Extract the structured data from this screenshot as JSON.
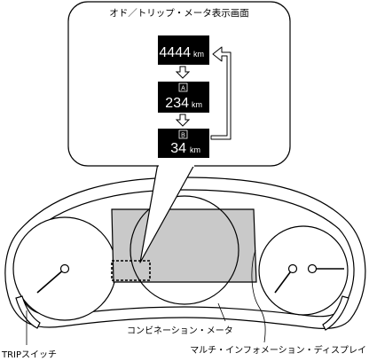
{
  "callout": {
    "title": "オド／トリップ・メータ表示画面",
    "odometer": {
      "value": "4444",
      "unit": "km"
    },
    "trip_a": {
      "badge": "A",
      "value": "234",
      "unit": "km"
    },
    "trip_b": {
      "badge": "B",
      "value": "34",
      "unit": "km"
    }
  },
  "labels": {
    "combination_meter": "コンビネーション・メータ",
    "multi_info_display": "マルチ・インフォメーション・ディスプレイ",
    "trip_switch": "TRIPスイッチ"
  }
}
